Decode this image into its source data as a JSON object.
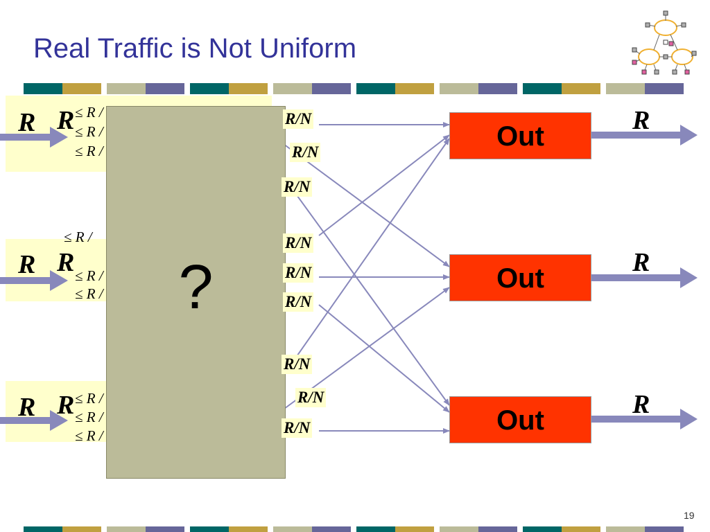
{
  "slide": {
    "title": "Real Traffic is Not Uniform",
    "page_number": "19",
    "question_mark": "?"
  },
  "inputs": [
    {
      "outer_label": "R",
      "inner_label": "R",
      "rate_labels": [
        "≤ R /",
        "≤ R /",
        "≤ R /"
      ]
    },
    {
      "outer_label": "R",
      "inner_label": "R",
      "rate_labels": [
        "≤ R /",
        "≤ R /",
        "≤ R /"
      ]
    },
    {
      "outer_label": "R",
      "inner_label": "R",
      "rate_labels": [
        "≤ R /",
        "≤ R /",
        "≤ R /"
      ]
    }
  ],
  "link_labels": [
    "R/N",
    "R/N",
    "R/N",
    "R/N",
    "R/N",
    "R/N",
    "R/N",
    "R/N",
    "R/N"
  ],
  "outputs": [
    {
      "label": "Out",
      "rate": "R"
    },
    {
      "label": "Out",
      "rate": "R"
    },
    {
      "label": "Out",
      "rate": "R"
    }
  ],
  "colors": {
    "title": "#333399",
    "teal": "#006666",
    "gold": "#c0a040",
    "sage": "#bbbb99",
    "slate": "#666699",
    "arrow": "#8888bb",
    "out_box": "#ff3300",
    "input_box": "#ffffcc"
  },
  "icons": {
    "logo": "network-cloud-icon"
  }
}
